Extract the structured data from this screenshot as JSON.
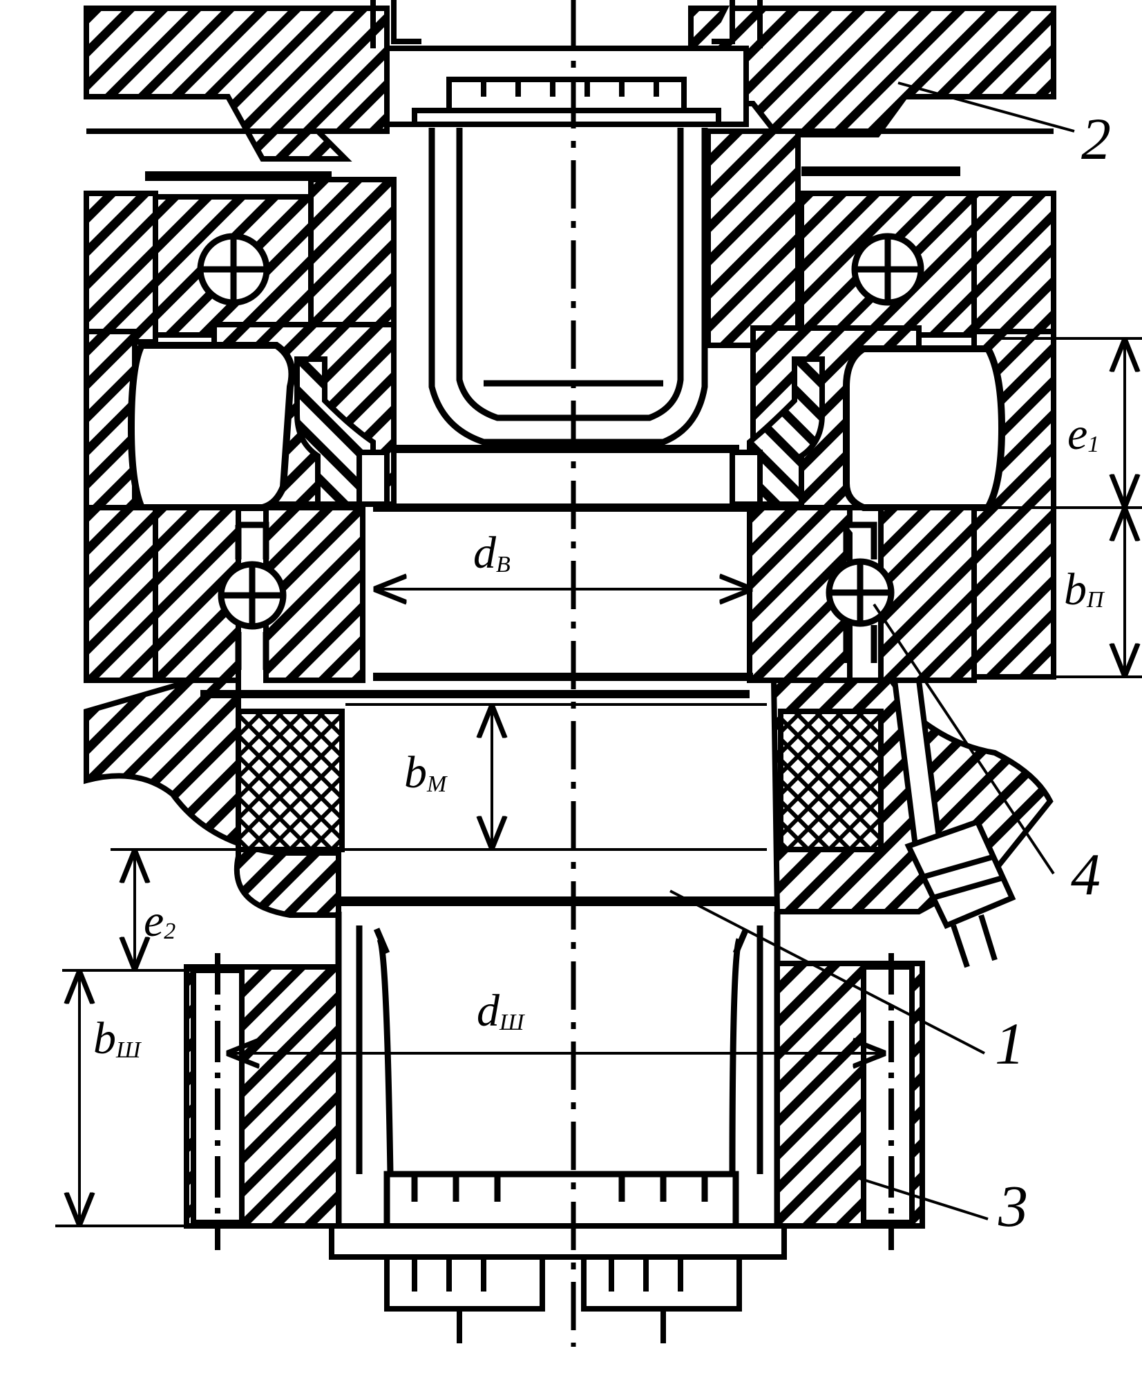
{
  "figure": {
    "callouts": [
      {
        "id": "1",
        "text": "1"
      },
      {
        "id": "2",
        "text": "2"
      },
      {
        "id": "3",
        "text": "3"
      },
      {
        "id": "4",
        "text": "4"
      }
    ],
    "dimensions": {
      "e1": {
        "base": "e",
        "sub": "1"
      },
      "b_p": {
        "base": "b",
        "sub": "П"
      },
      "d_v": {
        "base": "d",
        "sub": "В"
      },
      "b_m": {
        "base": "b",
        "sub": "М"
      },
      "e2": {
        "base": "e",
        "sub": "2"
      },
      "d_sh": {
        "base": "d",
        "sub": "Ш"
      },
      "b_sh": {
        "base": "b",
        "sub": "Ш"
      }
    }
  },
  "colors": {
    "ink": "#000000",
    "paper": "#ffffff"
  }
}
